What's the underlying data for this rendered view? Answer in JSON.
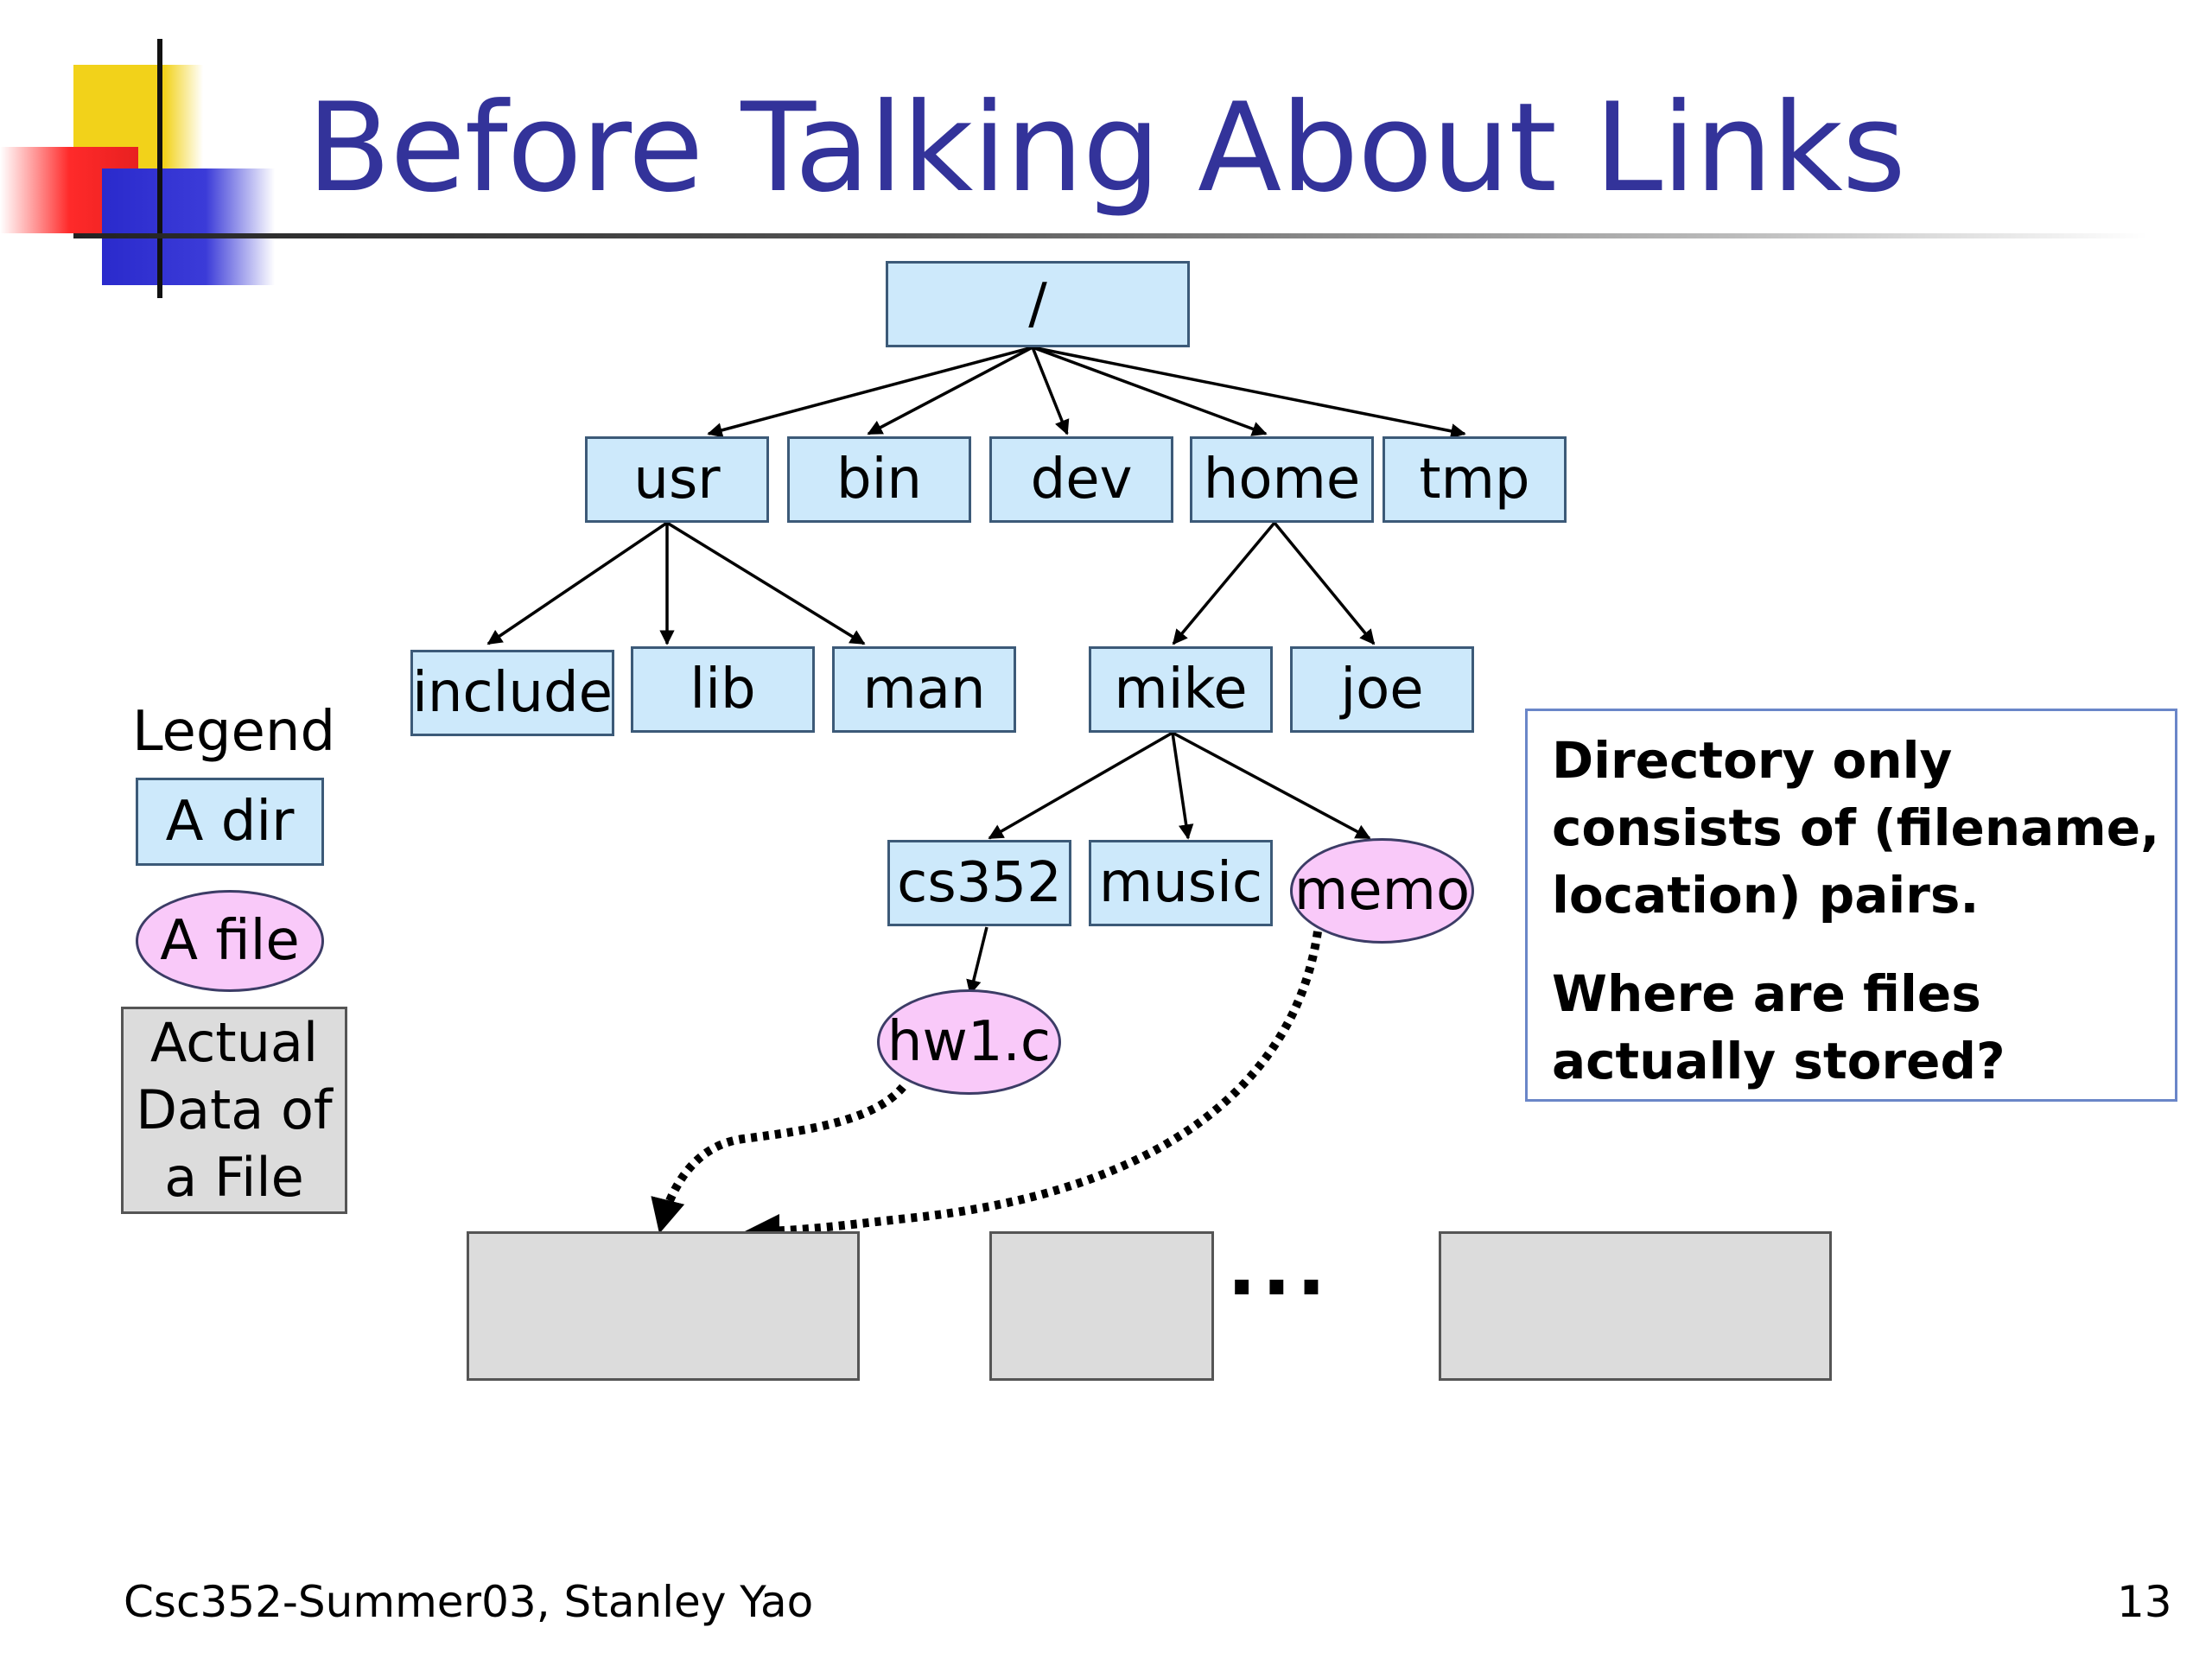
{
  "slide": {
    "title": "Before Talking About Links",
    "footer": "Csc352-Summer03, Stanley Yao",
    "page_number": "13"
  },
  "tree": {
    "root": "/",
    "level1": [
      "usr",
      "bin",
      "dev",
      "home",
      "tmp"
    ],
    "usr_children": [
      "include",
      "lib",
      "man"
    ],
    "home_children": [
      "mike",
      "joe"
    ],
    "mike_children": {
      "dirs": [
        "cs352",
        "music"
      ],
      "files": [
        "memo"
      ]
    },
    "cs352_children": {
      "files": [
        "hw1.c"
      ]
    }
  },
  "legend": {
    "title": "Legend",
    "dir_label": "A dir",
    "file_label": "A file",
    "data_label_lines": [
      "Actual",
      "Data of",
      "a File"
    ]
  },
  "data_blocks": {
    "ellipsis": "..."
  },
  "note": {
    "line1": "Directory only",
    "line2": "consists of (filename,",
    "line3": "location) pairs.",
    "line4": "Where are files",
    "line5": "actually stored?"
  },
  "colors": {
    "title": "#33339a",
    "dir_fill": "#cde9fb",
    "file_fill": "#f9c9f9",
    "data_fill": "#dcdcdc",
    "note_border": "#6a86c8"
  }
}
